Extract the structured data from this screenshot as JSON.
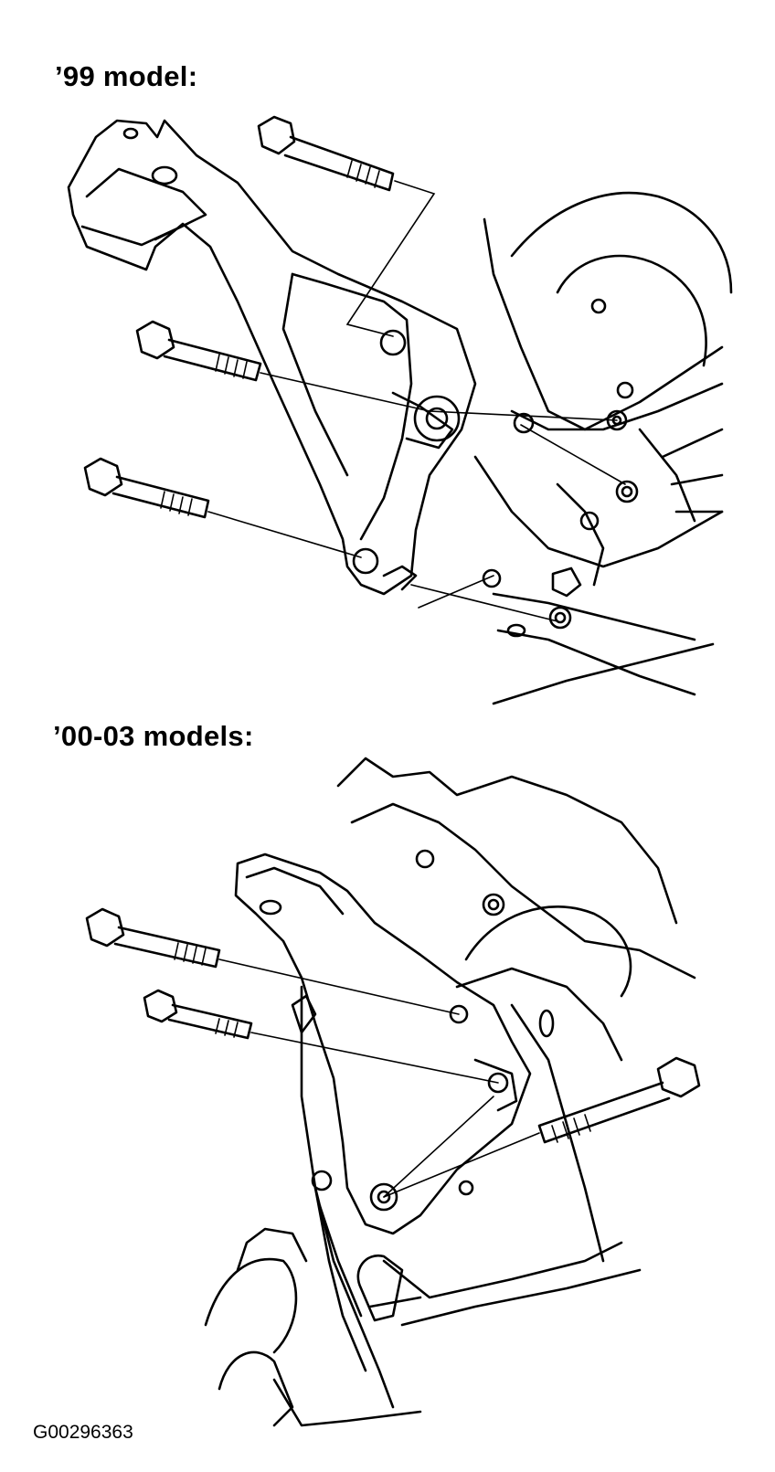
{
  "diagram": {
    "sections": [
      {
        "heading": "’99 model:"
      },
      {
        "heading": "’00-03 models:"
      }
    ],
    "figure_code": "G00296363"
  }
}
